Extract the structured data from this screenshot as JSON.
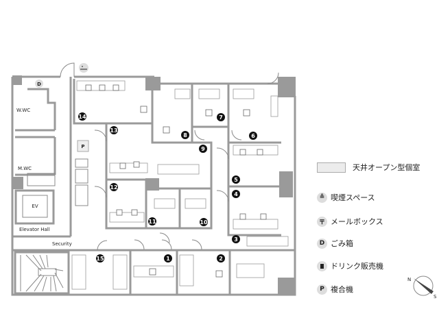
{
  "rooms": [
    "1",
    "2",
    "3",
    "4",
    "5",
    "6",
    "7",
    "8",
    "9",
    "10",
    "11",
    "12",
    "13",
    "14",
    "15"
  ],
  "labels": {
    "wwc": "W.WC",
    "mwc": "M.WC",
    "ev": "EV",
    "elevator_hall": "Elevator Hall",
    "security": "Security",
    "trash_marker": "D",
    "printer_marker": "P"
  },
  "legend": {
    "open_ceiling": "天井オープン型個室",
    "smoking": "喫煙スペース",
    "mailbox": "メールボックス",
    "trash": "ごみ箱",
    "vending": "ドリンク販売機",
    "printer": "複合機",
    "mailbox_icon": "〒",
    "trash_icon": "D",
    "printer_icon": "P"
  },
  "compass": {
    "north": "N",
    "south": "S"
  }
}
